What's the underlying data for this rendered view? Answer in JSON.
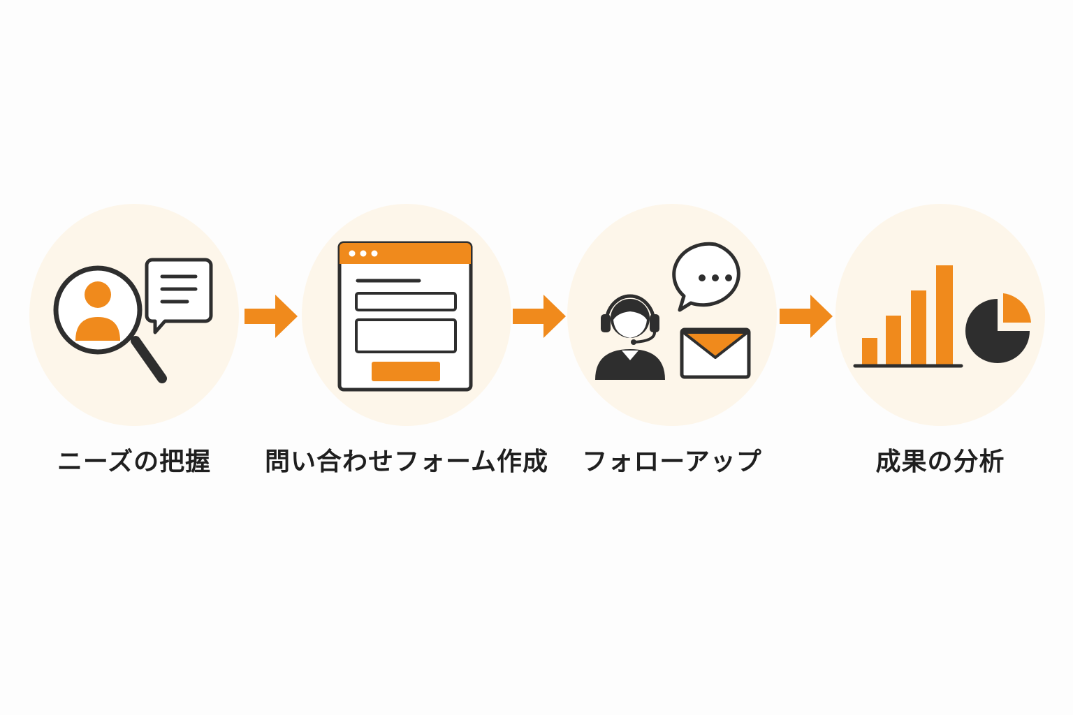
{
  "colors": {
    "accent": "#f08a1c",
    "dark": "#2e2e2e",
    "circle_bg": "#fdf6ea",
    "background": "#fdfdfd"
  },
  "steps": [
    {
      "label": "ニーズの把握",
      "icon": "magnifier-user-speech-icon"
    },
    {
      "label": "問い合わせフォーム作成",
      "icon": "web-form-icon"
    },
    {
      "label": "フォローアップ",
      "icon": "support-agent-mail-chat-icon"
    },
    {
      "label": "成果の分析",
      "icon": "bar-pie-chart-icon"
    }
  ],
  "arrows": [
    "arrow-right-icon",
    "arrow-right-icon",
    "arrow-right-icon"
  ]
}
